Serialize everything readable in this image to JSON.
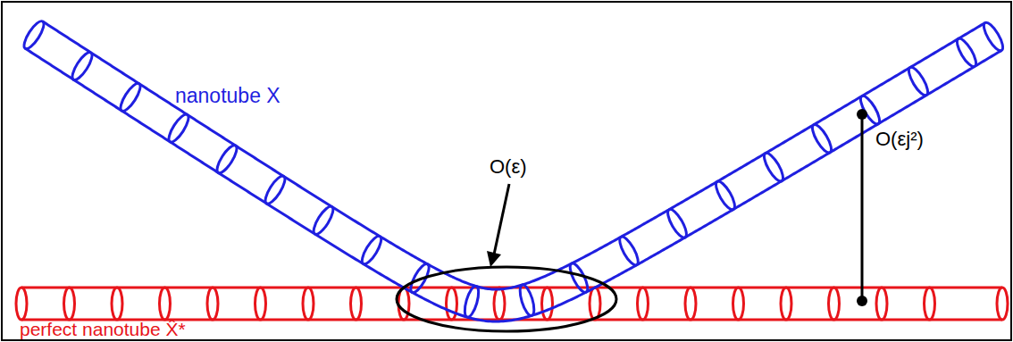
{
  "diagram": {
    "labels": [
      "nanotube X",
      "perfect nanotube X̂*",
      "O(ε)",
      "O(εj²)"
    ]
  }
}
